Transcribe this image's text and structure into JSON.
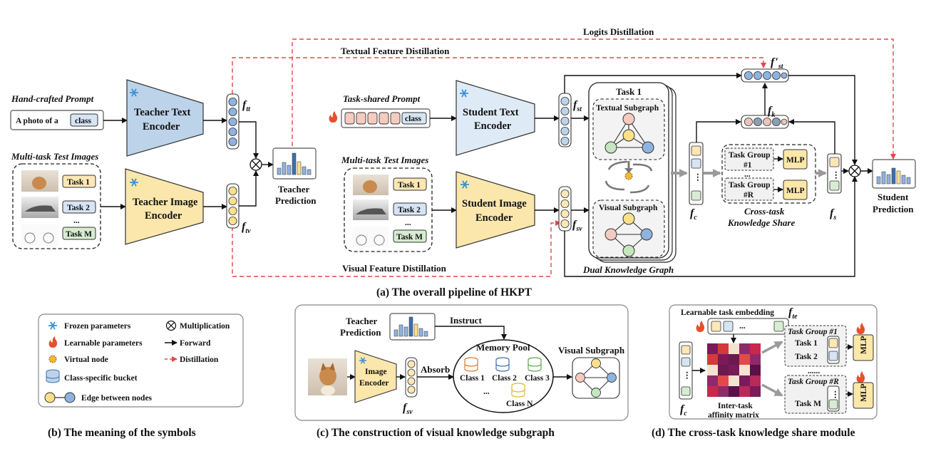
{
  "pipeline": {
    "logits_distillation": "Logits Distillation",
    "textual_feature_distillation": "Textual Feature Distillation",
    "visual_feature_distillation": "Visual Feature Distillation",
    "hand_crafted_prompt": "Hand-crafted Prompt",
    "prompt_text": "A photo of a",
    "class_token": "class",
    "teacher_text_encoder": [
      "Teacher Text",
      "Encoder"
    ],
    "teacher_image_encoder": [
      "Teacher Image",
      "Encoder"
    ],
    "multi_task_test_images": "Multi-task Test Images",
    "tasks_teacher": [
      "Task 1",
      "Task 2",
      "...",
      "Task M"
    ],
    "f_tt": "f",
    "f_tt_sub": "tt",
    "f_tv": "f",
    "f_tv_sub": "tv",
    "teacher_prediction": [
      "Teacher",
      "Prediction"
    ],
    "task_shared_prompt": "Task-shared Prompt",
    "student_text_encoder": [
      "Student Text",
      "Encoder"
    ],
    "student_image_encoder": [
      "Student Image",
      "Encoder"
    ],
    "tasks_student": [
      "Task 1",
      "Task 2",
      "...",
      "Task M"
    ],
    "f_st_sub": "st",
    "f_sv_sub": "sv",
    "task1": "Task 1",
    "textual_subgraph": "Textual Subgraph",
    "visual_subgraph": "Visual Subgraph",
    "dual_knowledge_graph": "Dual Knowledge Graph",
    "f_c_sub": "c",
    "task_groups": [
      "Task Group #1",
      "Task Group #R"
    ],
    "mlp": "MLP",
    "cross_task": [
      "Cross-task",
      "Knowledge Share"
    ],
    "f_s_sub": "s",
    "f_k_sub": "k",
    "f_st_prime_sub": "st",
    "student_prediction": [
      "Student",
      "Prediction"
    ],
    "caption": "(a) The overall pipeline of HKPT"
  },
  "legend": {
    "items": [
      {
        "icon": "snowflake-icon",
        "label": "Frozen parameters"
      },
      {
        "icon": "flame-icon",
        "label": "Learnable parameters"
      },
      {
        "icon": "virtual-node-icon",
        "label": "Virtual node"
      },
      {
        "icon": "bucket-icon",
        "label": "Class-specific bucket"
      },
      {
        "icon": "edge-icon",
        "label": "Edge between nodes"
      },
      {
        "icon": "multiply-icon",
        "label": "Multiplication"
      },
      {
        "icon": "forward-arrow-icon",
        "label": "Forward"
      },
      {
        "icon": "distillation-arrow-icon",
        "label": "Distillation"
      }
    ],
    "caption": "(b) The meaning of the symbols"
  },
  "panel_c": {
    "teacher_prediction": [
      "Teacher",
      "Prediction"
    ],
    "instruct": "Instruct",
    "image_encoder": [
      "Image",
      "Encoder"
    ],
    "absorb": "Absorb",
    "memory_pool": "Memory Pool",
    "classes": [
      "Class 1",
      "Class 2",
      "Class 3",
      "...",
      "Class N"
    ],
    "visual_subgraph": "Visual Subgraph",
    "f_sv_sub": "sv",
    "caption": "(c) The construction of visual knowledge subgraph"
  },
  "panel_d": {
    "learnable_task_embedding": "Learnable task embedding",
    "f_te_sub": "te",
    "inter_task": [
      "Inter-task",
      "affinity matrix"
    ],
    "task_group_1": "Task Group #1",
    "task_group_r": "Task Group #R",
    "tasks_g1": [
      "Task 1",
      "Task 2"
    ],
    "tasks_gr": [
      "Task M"
    ],
    "mlp": "MLP",
    "f_c_sub": "c",
    "caption": "(d) The cross-task knowledge share module"
  },
  "colors": {
    "teacher_text": "#bcd3ea",
    "teacher_image": "#fbe7ac",
    "node_blue": "#8fb3e0",
    "node_yellow": "#fbe08a",
    "node_green": "#c5e6bf",
    "node_pink": "#f6cbbf",
    "distill_red": "#e04848",
    "mlp_yellow": "#fde7a8"
  }
}
